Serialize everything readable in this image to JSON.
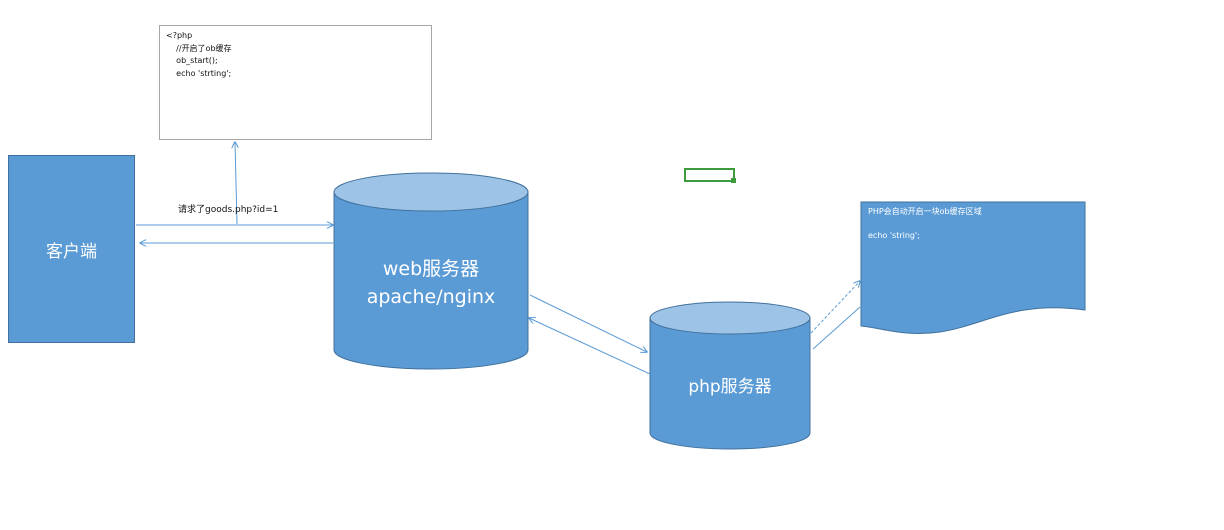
{
  "code_note": {
    "lines": [
      "<?php",
      "    //开启了ob缓存",
      "    ob_start();",
      "    echo 'strting';"
    ]
  },
  "client": {
    "label": "客户端"
  },
  "request": {
    "label": "请求了goods.php?id=1"
  },
  "web_server": {
    "line1": "web服务器",
    "line2": "apache/nginx"
  },
  "php_server": {
    "label": "php服务器"
  },
  "ob_doc": {
    "line1": "PHP会自动开启一块ob缓存区域",
    "line2": "echo 'string';"
  },
  "colors": {
    "shape_fill": "#5b9bd5",
    "cylinder_top": "#9dc3e6",
    "outline": "#41719c",
    "arrow": "#5b9bd5",
    "selection": "#3c9b3c"
  }
}
